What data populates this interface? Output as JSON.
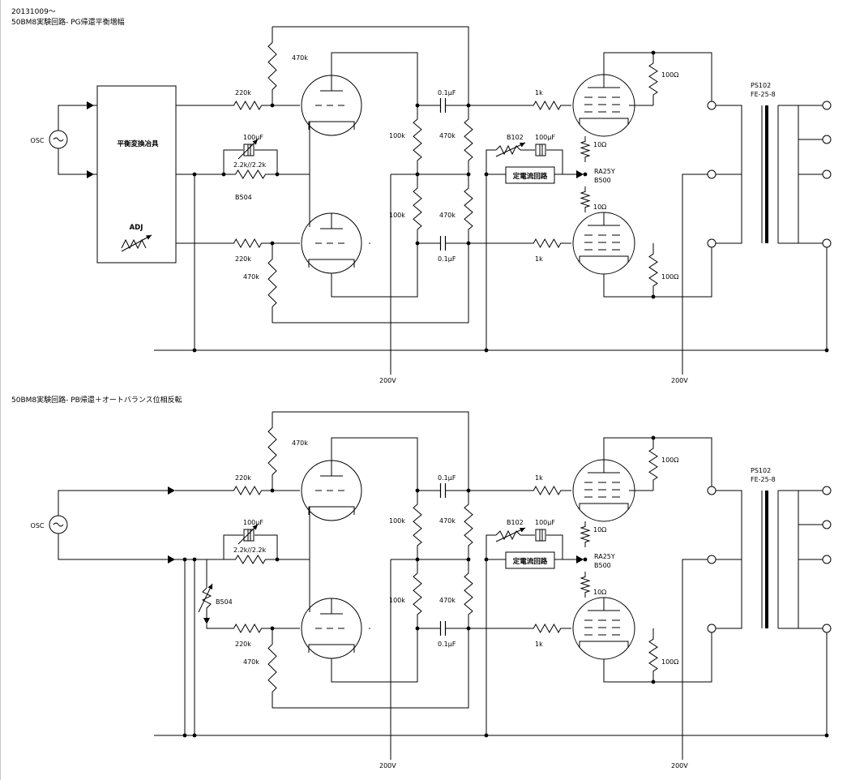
{
  "header": {
    "date": "20131009～",
    "title1": "50BM8実験回路- PG帰還平衡増幅",
    "title2": "50BM8実験回路- PB帰還＋オートバランス位相反転"
  },
  "circuit1": {
    "osc": "OSC",
    "box_label": "平衡変換冶具",
    "adj": "ADJ",
    "r_in_top": "220k",
    "r_in_bot": "220k",
    "r_grid_top": "470k",
    "r_grid_bot": "470k",
    "cap_top": "100μF",
    "r_pair": "2.2k//2.2k",
    "vr": "B504",
    "r_plate_top": "100k",
    "r_plate_bot": "100k",
    "r_g2_top": "470k",
    "r_g2_bot": "470k",
    "c_couple_top": "0.1μF",
    "c_couple_bot": "0.1μF",
    "r_g_out_top": "1k",
    "r_g_out_bot": "1k",
    "vr_out": "B102",
    "cap_out": "100μF",
    "cc_box": "定電流回路",
    "rk_top": "10Ω",
    "rk_bot": "10Ω",
    "vr_bal": "RA25Y",
    "vr_bal2": "B500",
    "r_sg_top": "100Ω",
    "r_sg_bot": "100Ω",
    "ot1": "PS102",
    "ot2": "FE-25-8",
    "v1": "200V",
    "v2": "200V"
  },
  "circuit2": {
    "osc": "OSC",
    "r_in_top": "220k",
    "r_in_bot": "220k",
    "r_grid_top": "470k",
    "r_grid_bot": "470k",
    "cap_top": "100μF",
    "r_pair": "2.2k//2.2k",
    "vr": "B504",
    "r_plate_top": "100k",
    "r_plate_bot": "100k",
    "r_g2_top": "470k",
    "r_g2_bot": "470k",
    "c_couple_top": "0.1μF",
    "c_couple_bot": "0.1μF",
    "r_g_out_top": "1k",
    "r_g_out_bot": "1k",
    "vr_out": "B102",
    "cap_out": "100μF",
    "cc_box": "定電流回路",
    "rk_top": "10Ω",
    "rk_bot": "10Ω",
    "vr_bal": "RA25Y",
    "vr_bal2": "B500",
    "r_sg_top": "100Ω",
    "r_sg_bot": "100Ω",
    "ot1": "PS102",
    "ot2": "FE-25-8",
    "v1": "200V",
    "v2": "200V"
  }
}
